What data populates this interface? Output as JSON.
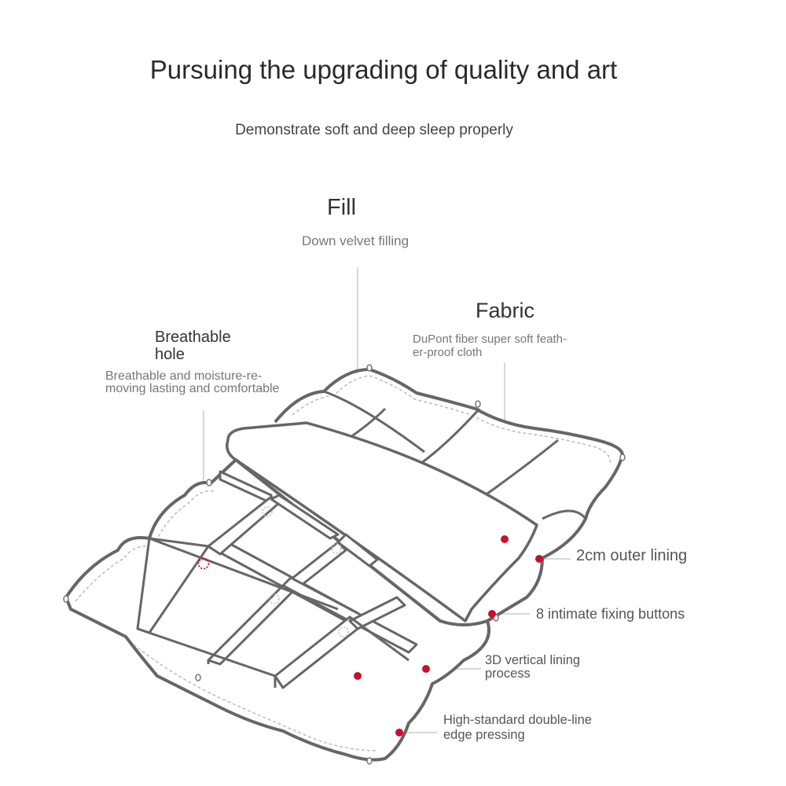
{
  "header": {
    "title": "Pursuing the upgrading of quality and art",
    "subtitle": "Demonstrate soft and deep sleep properly"
  },
  "callouts": {
    "fill": {
      "title": "Fill",
      "description": "Down velvet filling"
    },
    "fabric": {
      "title": "Fabric",
      "description_line1": "DuPont fiber super soft feath-",
      "description_line2": "er-proof cloth"
    },
    "breathable": {
      "title_line1": "Breathable",
      "title_line2": "hole",
      "description_line1": "Breathable and moisture-re-",
      "description_line2": "moving lasting and comfortable"
    },
    "outer_lining": {
      "label": "2cm outer lining"
    },
    "fixing_buttons": {
      "label": "8 intimate fixing buttons"
    },
    "vertical_lining": {
      "label_line1": "3D vertical lining",
      "label_line2": "process"
    },
    "edge_pressing": {
      "label_line1": "High-standard double-line",
      "label_line2": "edge pressing"
    }
  },
  "colors": {
    "marker": "#c8102e",
    "outline": "#666666",
    "leader_line": "#cccccc",
    "text_dark": "#333333",
    "text_muted": "#777777"
  }
}
